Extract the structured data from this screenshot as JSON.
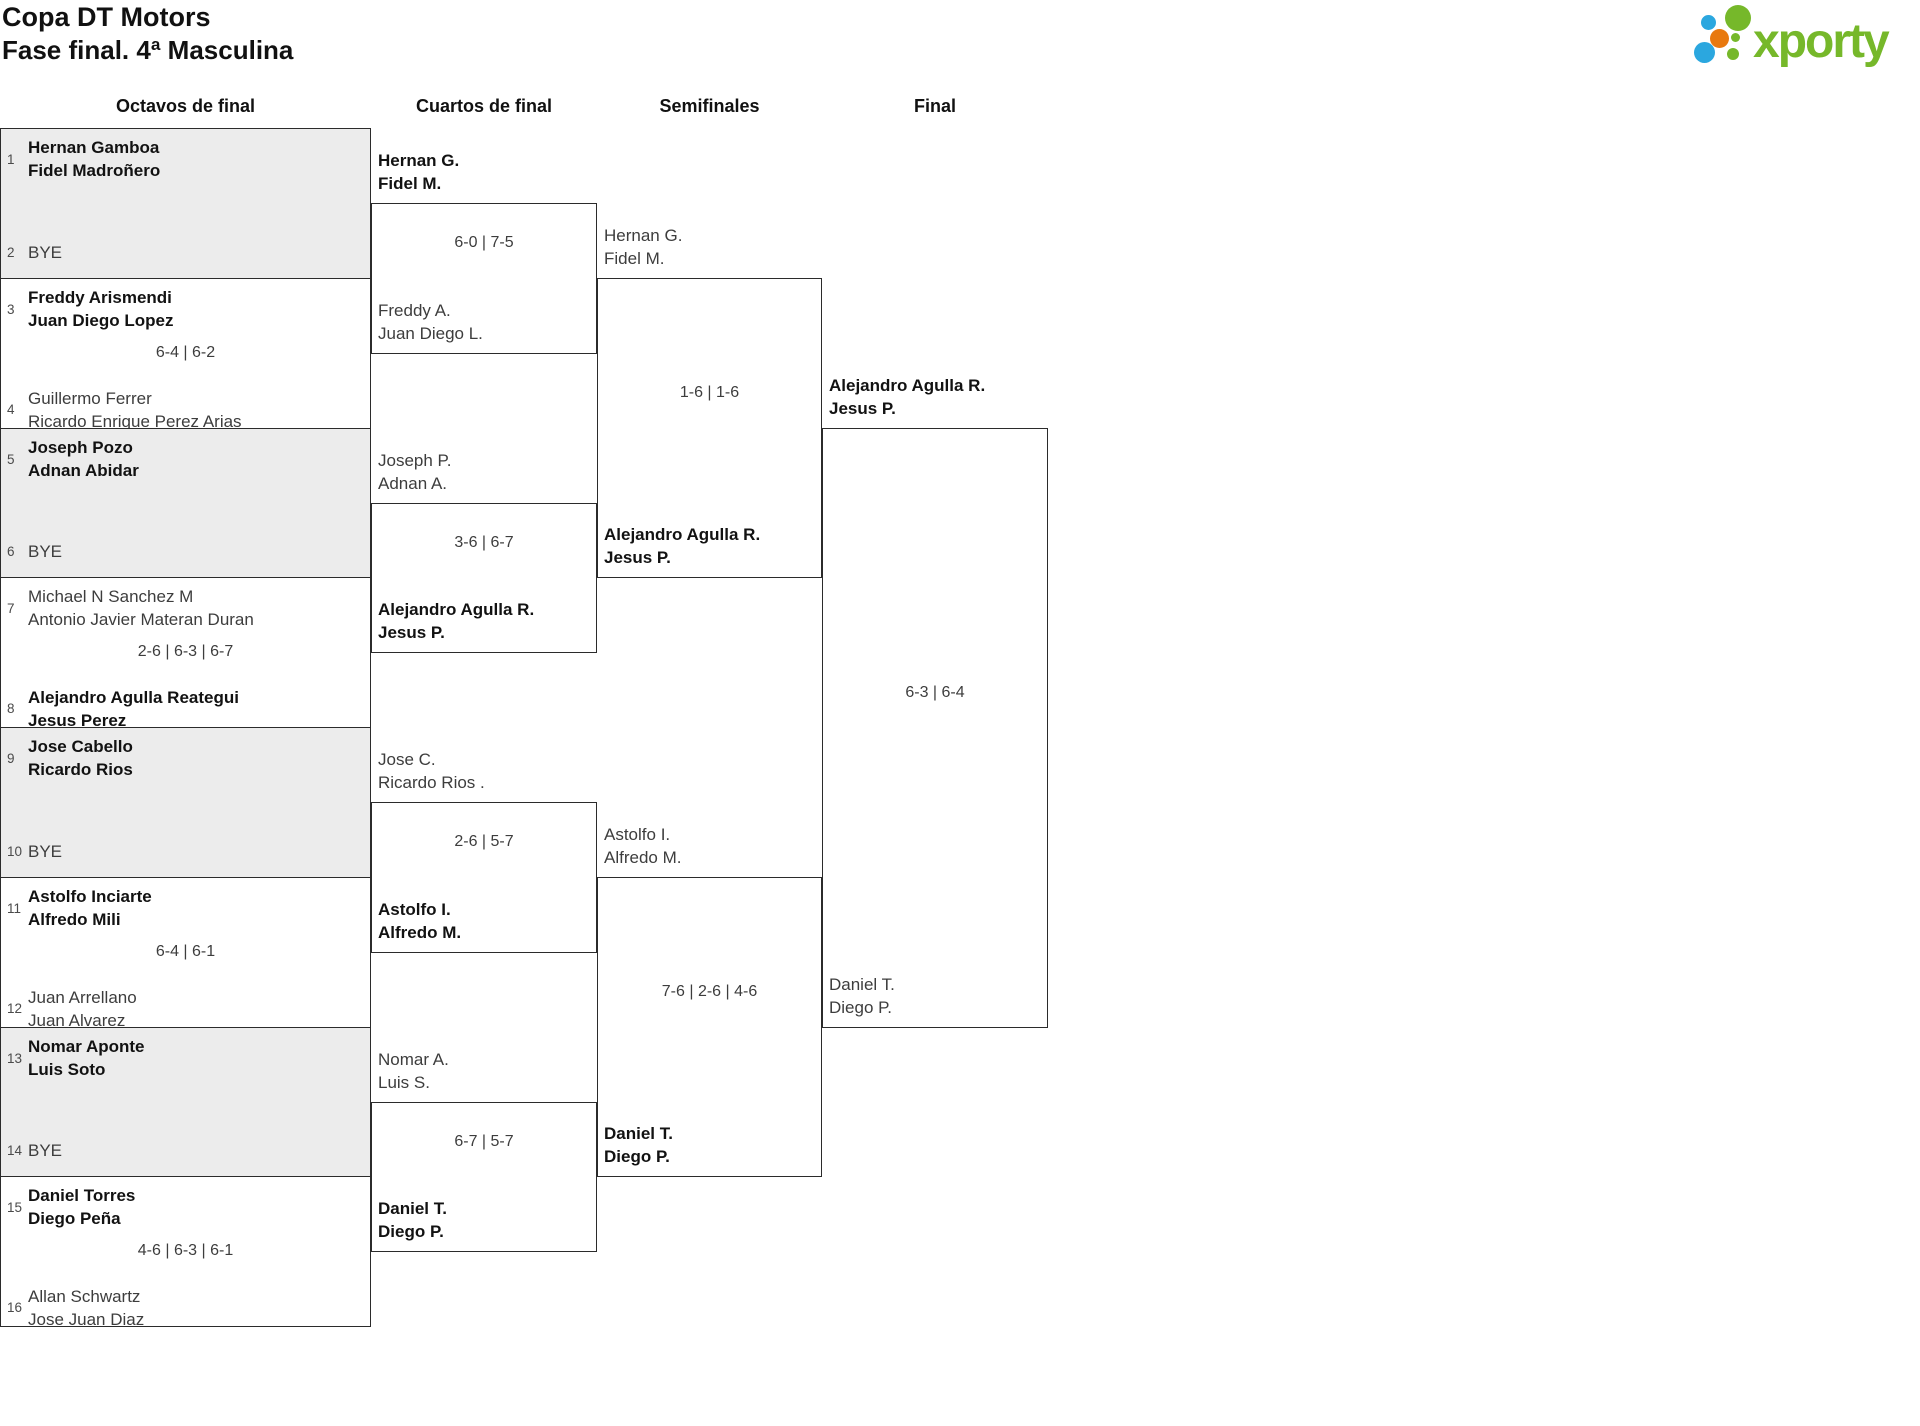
{
  "header": {
    "title": "Copa DT Motors",
    "subtitle": "Fase final. 4ª Masculina"
  },
  "logo": {
    "brand": "xporty",
    "colors": {
      "green": "#76b82a",
      "blue": "#2ba7df",
      "orange": "#e8790f"
    }
  },
  "rounds": [
    {
      "label": "Octavos de final"
    },
    {
      "label": "Cuartos de final"
    },
    {
      "label": "Semifinales"
    },
    {
      "label": "Final"
    }
  ],
  "bracket": {
    "round_of_16": [
      {
        "shaded": true,
        "bye": true,
        "seed_top": "1",
        "team_top": [
          "Hernan Gamboa",
          "Fidel Madroñero"
        ],
        "top_bold": true,
        "score": "",
        "seed_bottom": "2",
        "team_bottom": [
          "BYE"
        ],
        "bottom_bold": false
      },
      {
        "shaded": false,
        "bye": false,
        "seed_top": "3",
        "team_top": [
          "Freddy Arismendi",
          "Juan Diego Lopez"
        ],
        "top_bold": true,
        "score": "6-4 | 6-2",
        "seed_bottom": "4",
        "team_bottom": [
          "Guillermo Ferrer",
          "Ricardo Enrique Perez Arias"
        ],
        "bottom_bold": false
      },
      {
        "shaded": true,
        "bye": true,
        "seed_top": "5",
        "team_top": [
          "Joseph Pozo",
          "Adnan Abidar"
        ],
        "top_bold": true,
        "score": "",
        "seed_bottom": "6",
        "team_bottom": [
          "BYE"
        ],
        "bottom_bold": false
      },
      {
        "shaded": false,
        "bye": false,
        "seed_top": "7",
        "team_top": [
          "Michael N Sanchez M",
          "Antonio Javier Materan Duran"
        ],
        "top_bold": false,
        "score": "2-6 | 6-3 | 6-7",
        "seed_bottom": "8",
        "team_bottom": [
          "Alejandro Agulla Reategui",
          "Jesus Perez"
        ],
        "bottom_bold": true
      },
      {
        "shaded": true,
        "bye": true,
        "seed_top": "9",
        "team_top": [
          "Jose Cabello",
          "Ricardo Rios"
        ],
        "top_bold": true,
        "score": "",
        "seed_bottom": "10",
        "team_bottom": [
          "BYE"
        ],
        "bottom_bold": false
      },
      {
        "shaded": false,
        "bye": false,
        "seed_top": "11",
        "team_top": [
          "Astolfo Inciarte",
          "Alfredo Mili"
        ],
        "top_bold": true,
        "score": "6-4 | 6-1",
        "seed_bottom": "12",
        "team_bottom": [
          "Juan Arrellano",
          "Juan Alvarez"
        ],
        "bottom_bold": false
      },
      {
        "shaded": true,
        "bye": true,
        "seed_top": "13",
        "team_top": [
          "Nomar Aponte",
          "Luis Soto"
        ],
        "top_bold": true,
        "score": "",
        "seed_bottom": "14",
        "team_bottom": [
          "BYE"
        ],
        "bottom_bold": false
      },
      {
        "shaded": false,
        "bye": false,
        "seed_top": "15",
        "team_top": [
          "Daniel Torres",
          "Diego Peña"
        ],
        "top_bold": true,
        "score": "4-6 | 6-3 | 6-1",
        "seed_bottom": "16",
        "team_bottom": [
          "Allan Schwartz",
          "Jose Juan Diaz"
        ],
        "bottom_bold": false
      }
    ],
    "quarterfinals": [
      {
        "team_top": [
          "Hernan G.",
          "Fidel M."
        ],
        "top_bold": true,
        "score": "6-0 | 7-5",
        "team_bottom": [
          "Freddy A.",
          "Juan Diego L."
        ],
        "bottom_bold": false
      },
      {
        "team_top": [
          "Joseph P.",
          "Adnan A."
        ],
        "top_bold": false,
        "score": "3-6 | 6-7",
        "team_bottom": [
          "Alejandro Agulla R.",
          "Jesus P."
        ],
        "bottom_bold": true
      },
      {
        "team_top": [
          "Jose C.",
          "Ricardo Rios ."
        ],
        "top_bold": false,
        "score": "2-6 | 5-7",
        "team_bottom": [
          "Astolfo I.",
          "Alfredo M."
        ],
        "bottom_bold": true
      },
      {
        "team_top": [
          "Nomar A.",
          "Luis S."
        ],
        "top_bold": false,
        "score": "6-7 | 5-7",
        "team_bottom": [
          "Daniel T.",
          "Diego P."
        ],
        "bottom_bold": true
      }
    ],
    "semifinals": [
      {
        "team_top": [
          "Hernan G.",
          "Fidel M."
        ],
        "top_bold": false,
        "score": "1-6 | 1-6",
        "team_bottom": [
          "Alejandro Agulla R.",
          "Jesus P."
        ],
        "bottom_bold": true
      },
      {
        "team_top": [
          "Astolfo I.",
          "Alfredo M."
        ],
        "top_bold": false,
        "score": "7-6 | 2-6 | 4-6",
        "team_bottom": [
          "Daniel T.",
          "Diego P."
        ],
        "bottom_bold": true
      }
    ],
    "final": [
      {
        "team_top": [
          "Alejandro Agulla R.",
          "Jesus P."
        ],
        "top_bold": true,
        "score": "6-3 | 6-4",
        "team_bottom": [
          "Daniel T.",
          "Diego P."
        ],
        "bottom_bold": false
      }
    ]
  }
}
